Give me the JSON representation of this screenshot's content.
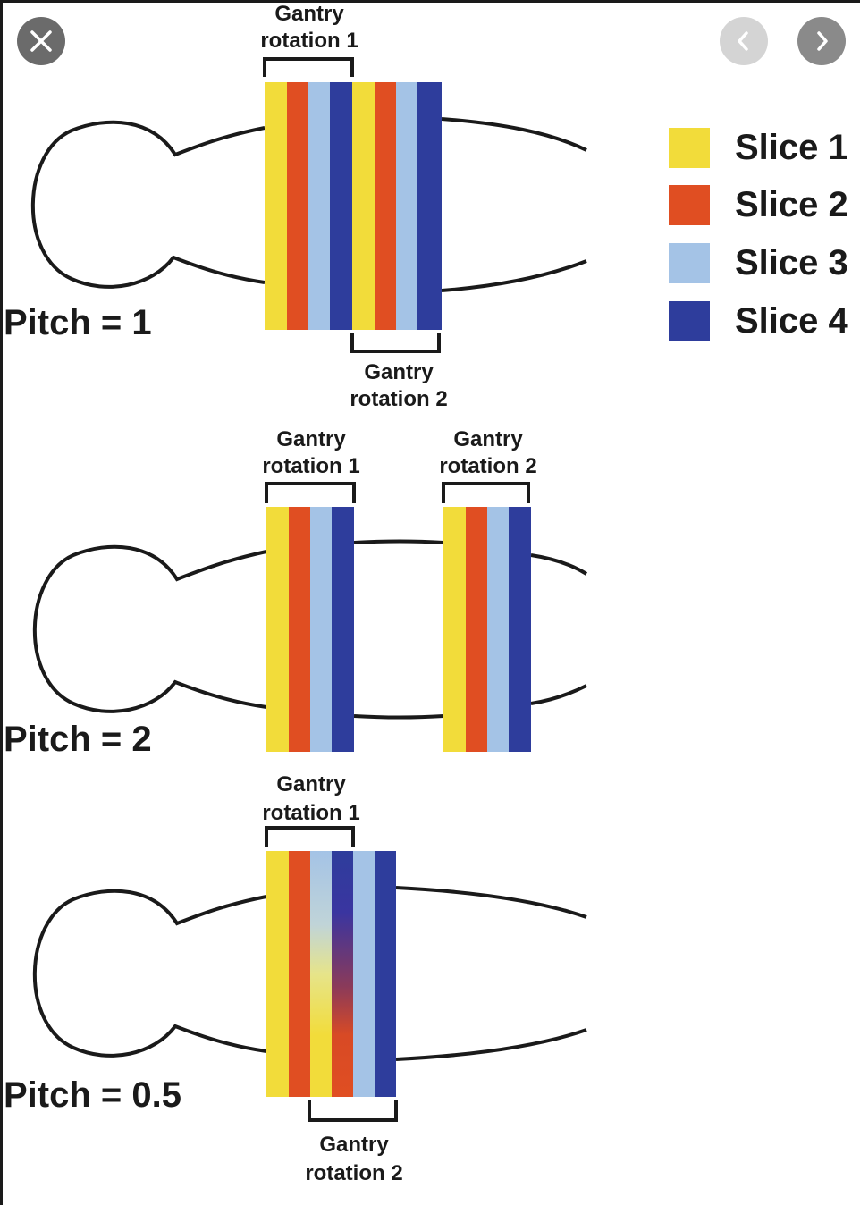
{
  "controls": {
    "close_icon": "close-icon",
    "prev_icon": "chevron-left-icon",
    "next_icon": "chevron-right-icon"
  },
  "colors": {
    "slice1": "#f2dc3a",
    "slice2": "#e04e22",
    "slice3": "#a4c3e6",
    "slice4": "#2e3d9c",
    "outline": "#1a1a1a"
  },
  "legend": [
    {
      "label": "Slice 1",
      "color": "#f2dc3a"
    },
    {
      "label": "Slice 2",
      "color": "#e04e22"
    },
    {
      "label": "Slice 3",
      "color": "#a4c3e6"
    },
    {
      "label": "Slice 4",
      "color": "#2e3d9c"
    }
  ],
  "panels": [
    {
      "pitch_label": "Pitch = 1",
      "rotation_1": [
        "Gantry",
        "rotation 1"
      ],
      "rotation_2": [
        "Gantry",
        "rotation 2"
      ]
    },
    {
      "pitch_label": "Pitch = 2",
      "rotation_1": [
        "Gantry",
        "rotation 1"
      ],
      "rotation_2": [
        "Gantry",
        "rotation 2"
      ]
    },
    {
      "pitch_label": "Pitch = 0.5",
      "rotation_1": [
        "Gantry",
        "rotation 1"
      ],
      "rotation_2": [
        "Gantry",
        "rotation 2"
      ]
    }
  ]
}
